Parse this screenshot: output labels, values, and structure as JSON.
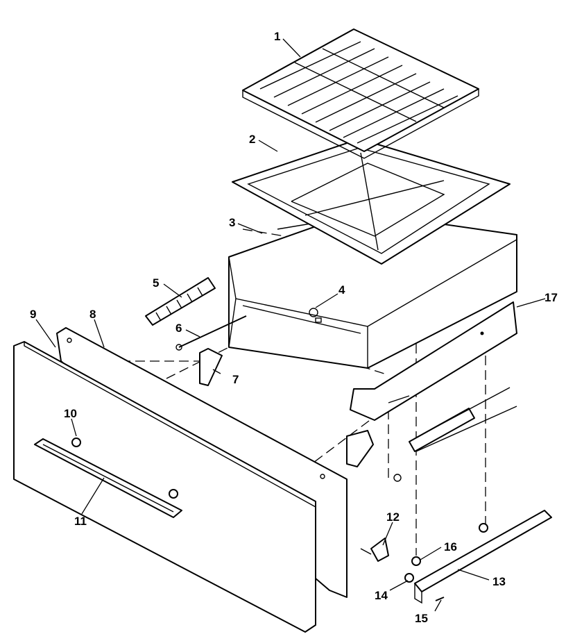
{
  "diagram": {
    "type": "exploded-parts-view",
    "callouts": [
      {
        "id": "p1",
        "label": "1"
      },
      {
        "id": "p2",
        "label": "2"
      },
      {
        "id": "p3",
        "label": "3"
      },
      {
        "id": "p4",
        "label": "4"
      },
      {
        "id": "p5",
        "label": "5"
      },
      {
        "id": "p6",
        "label": "6"
      },
      {
        "id": "p7",
        "label": "7"
      },
      {
        "id": "p8",
        "label": "8"
      },
      {
        "id": "p9",
        "label": "9"
      },
      {
        "id": "p10",
        "label": "10"
      },
      {
        "id": "p11",
        "label": "11"
      },
      {
        "id": "p12",
        "label": "12"
      },
      {
        "id": "p13",
        "label": "13"
      },
      {
        "id": "p14",
        "label": "14"
      },
      {
        "id": "p15",
        "label": "15"
      },
      {
        "id": "p16",
        "label": "16"
      },
      {
        "id": "p17",
        "label": "17"
      }
    ]
  }
}
